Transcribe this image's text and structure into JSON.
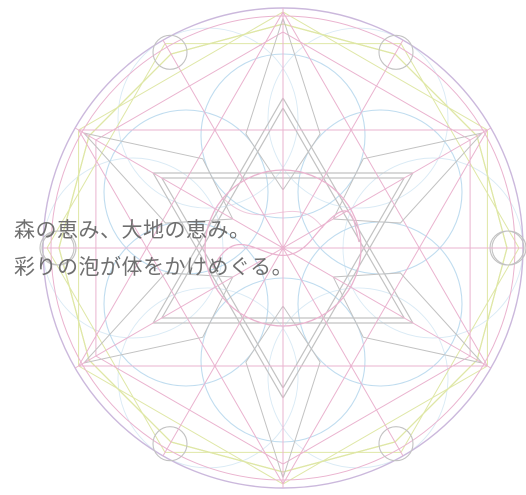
{
  "tagline": {
    "line1": "森の恵み、大地の恵み。",
    "line2": "彩りの泡が体をかけめぐる。"
  },
  "emblem": {
    "name": "geometric-mandala",
    "colors": {
      "pink": "#eab3cf",
      "blue": "#b4d6ec",
      "yellow": "#dfe7a6",
      "gray": "#c2c2c2",
      "violet": "#cbb8dc"
    }
  }
}
